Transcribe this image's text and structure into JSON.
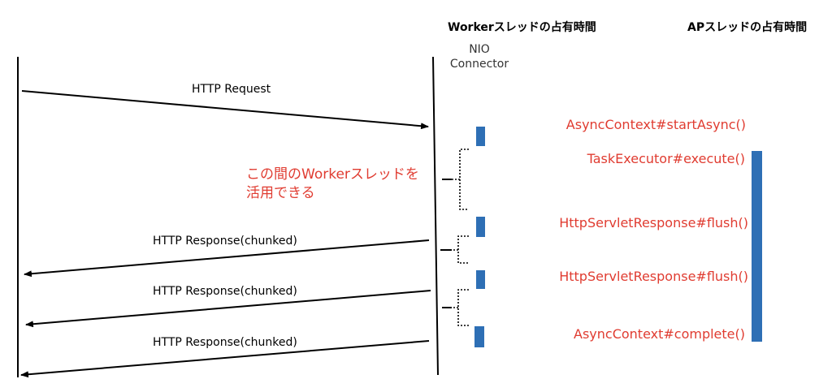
{
  "headers": {
    "worker": "Workerスレッドの占有時間",
    "ap": "APスレッドの占有時間"
  },
  "connector": {
    "line1": "NIO",
    "line2": "Connector"
  },
  "messages": {
    "request": "HTTP Request",
    "response1": "HTTP Response(chunked)",
    "response2": "HTTP Response(chunked)",
    "response3": "HTTP Response(chunked)"
  },
  "note": {
    "line1": "この間のWorkerスレッドを",
    "line2": "活用できる"
  },
  "calls": {
    "start_async": "AsyncContext#startAsync()",
    "execute": "TaskExecutor#execute()",
    "flush1": "HttpServletResponse#flush()",
    "flush2": "HttpServletResponse#flush()",
    "complete": "AsyncContext#complete()"
  },
  "colors": {
    "bar": "#2e6fb5",
    "red_text": "#e03c31"
  }
}
